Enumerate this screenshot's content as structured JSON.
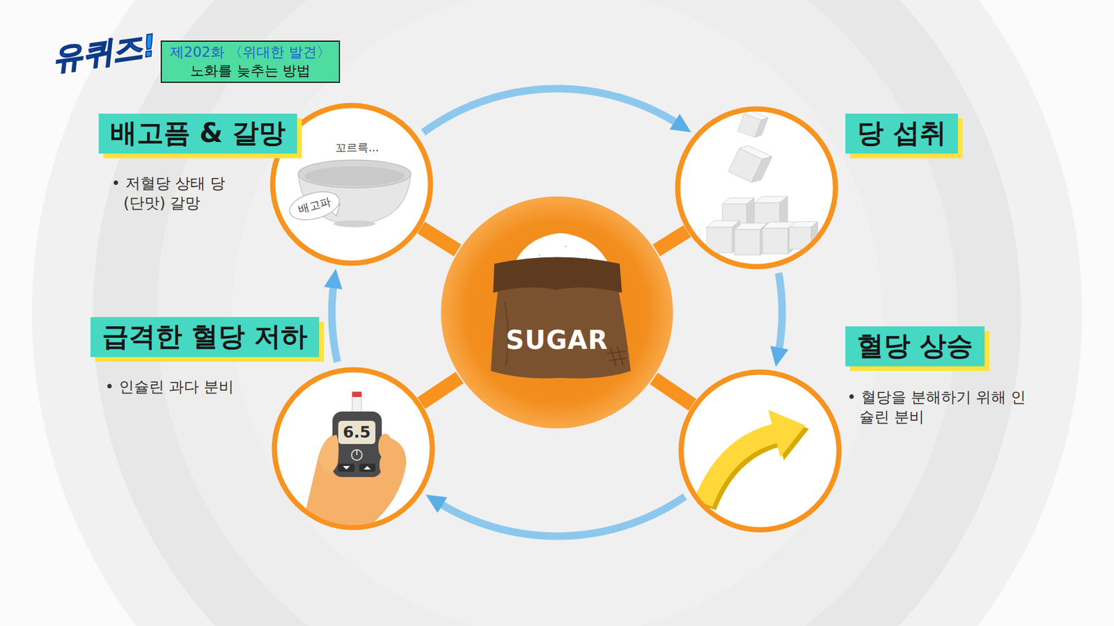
{
  "diagram": {
    "nodes": [
      {
        "text": [
          "배고픔 & 갈망",
          "• 저혈당 상태 당(단맛) 갈망"
        ]
      },
      {
        "text": [
          "당 섭취"
        ]
      },
      {
        "text": [
          "혈당 상승",
          "• 혈당을 분해하기 위해 인슐린 분비"
        ]
      },
      {
        "text": [
          "급격한 혈당 저하",
          "• 인슐린 과다 분비"
        ]
      },
      {
        "text": [
          "SUGAR"
        ]
      }
    ],
    "edges": [
      {
        "from": 0,
        "to": 1,
        "arrow": "to"
      },
      {
        "from": 1,
        "to": 2,
        "arrow": "to"
      },
      {
        "from": 2,
        "to": 3,
        "arrow": "to"
      },
      {
        "from": 3,
        "to": 0,
        "arrow": "to"
      },
      {
        "from": 4,
        "to": 0,
        "arrow": "none"
      },
      {
        "from": 4,
        "to": 1,
        "arrow": "none"
      },
      {
        "from": 4,
        "to": 2,
        "arrow": "none"
      },
      {
        "from": 4,
        "to": 3,
        "arrow": "none"
      }
    ],
    "labels": [
      "유퀴즈!",
      "제202화 〈위대한 발견〉",
      "노화를 늦추는 방법",
      "꼬르륵...",
      "배고파",
      "6.5"
    ]
  }
}
